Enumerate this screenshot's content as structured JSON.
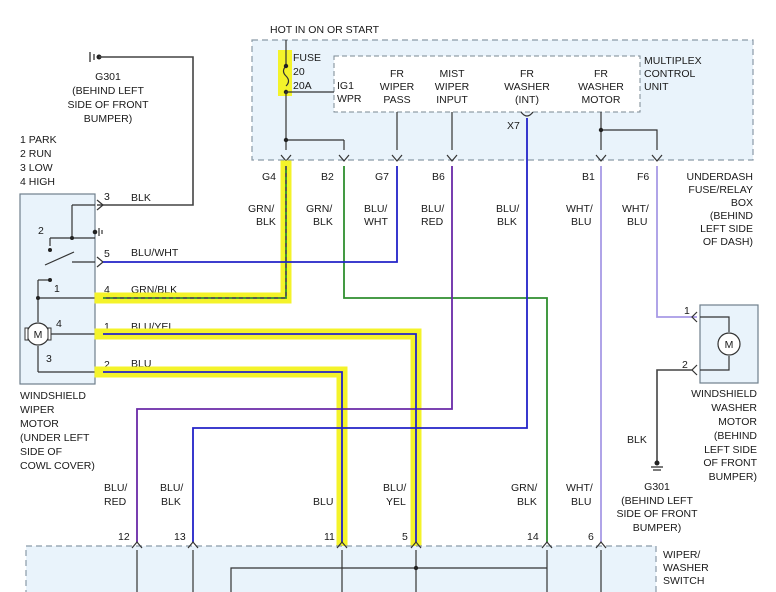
{
  "header": {
    "hot_label": "HOT IN ON OR START"
  },
  "mcu": {
    "name": [
      "MULTIPLEX",
      "CONTROL",
      "UNIT"
    ],
    "fuse": [
      "FUSE",
      "20",
      "20A"
    ],
    "ig1": [
      "IG1",
      "WPR"
    ],
    "cols": [
      [
        "FR",
        "WIPER",
        "PASS"
      ],
      [
        "MIST",
        "WIPER",
        "INPUT"
      ],
      [
        "FR",
        "WASHER",
        "(INT)"
      ],
      [
        "FR",
        "WASHER",
        "MOTOR"
      ]
    ],
    "x7": "X7"
  },
  "fusebox": [
    "UNDERDASH",
    "FUSE/RELAY",
    "BOX",
    "(BEHIND",
    "LEFT SIDE",
    "OF DASH)"
  ],
  "ground_top": [
    "G301",
    "(BEHIND LEFT",
    "SIDE OF FRONT",
    "BUMPER)"
  ],
  "ground_right": [
    "G301",
    "(BEHIND LEFT",
    "SIDE OF FRONT",
    "BUMPER)"
  ],
  "modes": [
    "1 PARK",
    "2 RUN",
    "3 LOW",
    "4 HIGH"
  ],
  "wiper_motor": [
    "WINDSHIELD",
    "WIPER",
    "MOTOR",
    "(UNDER LEFT",
    "SIDE OF",
    "COWL COVER)"
  ],
  "washer_motor": [
    "WINDSHIELD",
    "WASHER",
    "MOTOR",
    "(BEHIND",
    "LEFT SIDE",
    "OF FRONT",
    "BUMPER)"
  ],
  "switch": [
    "WIPER/",
    "WASHER",
    "SWITCH"
  ],
  "pins_top": [
    "G4",
    "B2",
    "G7",
    "B6",
    "B1",
    "F6"
  ],
  "colors_top": [
    [
      "GRN/",
      "BLK"
    ],
    [
      "GRN/",
      "BLK"
    ],
    [
      "BLU/",
      "WHT"
    ],
    [
      "BLU/",
      "RED"
    ],
    [
      "BLU/",
      "BLK"
    ],
    [
      "WHT/",
      "BLU"
    ],
    [
      "WHT/",
      "BLU"
    ]
  ],
  "motor_pins": [
    "3",
    "5",
    "4",
    "1",
    "2"
  ],
  "motor_wire_labels": [
    "BLK",
    "BLU/WHT",
    "GRN/BLK",
    "BLU/YEL",
    "BLU"
  ],
  "motor_internal": [
    "2",
    "1",
    "4",
    "3"
  ],
  "motor_symbol": "M",
  "washer_pins": [
    "1",
    "2"
  ],
  "washer_gnd_color": "BLK",
  "colors_bottom": [
    [
      "BLU/",
      "RED"
    ],
    [
      "BLU/",
      "BLK"
    ],
    [
      "BLU"
    ],
    [
      "BLU/",
      "YEL"
    ],
    [
      "GRN/",
      "BLK"
    ],
    [
      "WHT/",
      "BLU"
    ]
  ],
  "switch_pins": [
    "12",
    "13",
    "11",
    "5",
    "14",
    "6"
  ],
  "wire_colors": {
    "blue": "#2323c8",
    "purple": "#6a2aa8",
    "green": "#2f8f2f",
    "lavender": "#a89ae6",
    "gray": "#444444",
    "highlight": "#f4f32a"
  }
}
